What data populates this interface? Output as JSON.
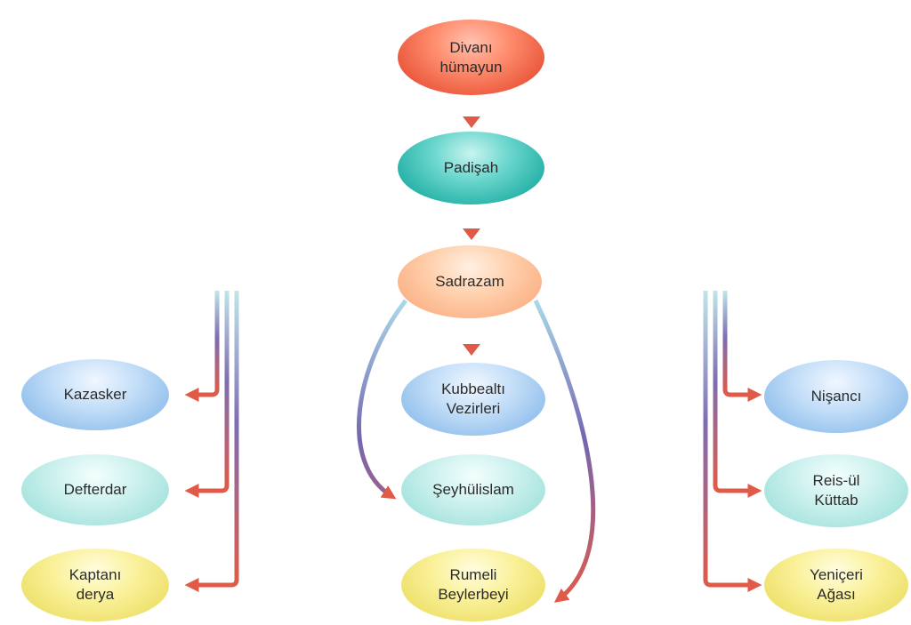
{
  "diagram": {
    "nodes": {
      "divan": {
        "line1": "Divanı",
        "line2": "hümayun"
      },
      "padisah": {
        "label": "Padişah"
      },
      "sadrazam": {
        "label": "Sadrazam"
      },
      "kazasker": {
        "label": "Kazasker"
      },
      "defterdar": {
        "label": "Defterdar"
      },
      "kaptani": {
        "line1": "Kaptanı",
        "line2": "derya"
      },
      "kubbealti": {
        "line1": "Kubbealtı",
        "line2": "Vezirleri"
      },
      "seyhulislam": {
        "label": "Şeyhülislam"
      },
      "rumeli": {
        "line1": "Rumeli",
        "line2": "Beylerbeyi"
      },
      "nisanci": {
        "label": "Nişancı"
      },
      "reis": {
        "line1": "Reis-ül",
        "line2": "Küttab"
      },
      "yeniceri": {
        "line1": "Yeniçeri",
        "line2": "Ağası"
      }
    },
    "colors": {
      "arrow_red": "#e15a47",
      "arrow_purple": "#8a5ea8",
      "line_light": "#a8dcdf"
    }
  }
}
